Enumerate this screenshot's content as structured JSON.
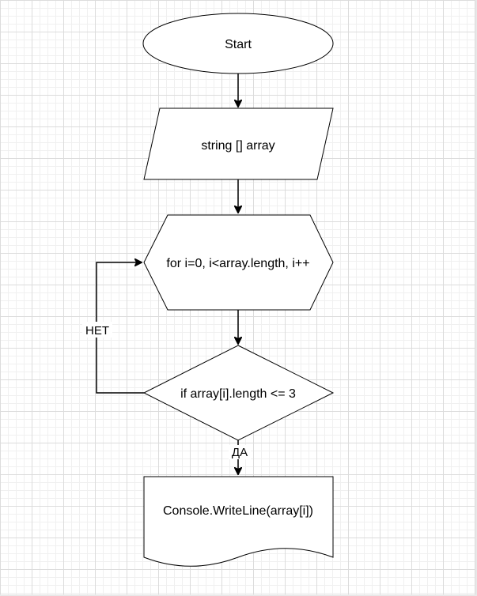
{
  "diagram": {
    "nodes": {
      "start": {
        "label": "Start",
        "shape": "ellipse"
      },
      "input": {
        "label": "string [] array",
        "shape": "parallelogram"
      },
      "loop": {
        "label": "for i=0, i<array.length, i++",
        "shape": "hexagon"
      },
      "condition": {
        "label": "if array[i].length <= 3",
        "shape": "rhombus"
      },
      "output": {
        "label": "Console.WriteLine(array[i])",
        "shape": "document"
      }
    },
    "edges": {
      "no_label": "НЕТ",
      "yes_label": "ДА"
    },
    "colors": {
      "stroke": "#000000",
      "fill": "#ffffff",
      "grid": "#dcdcdc"
    }
  }
}
